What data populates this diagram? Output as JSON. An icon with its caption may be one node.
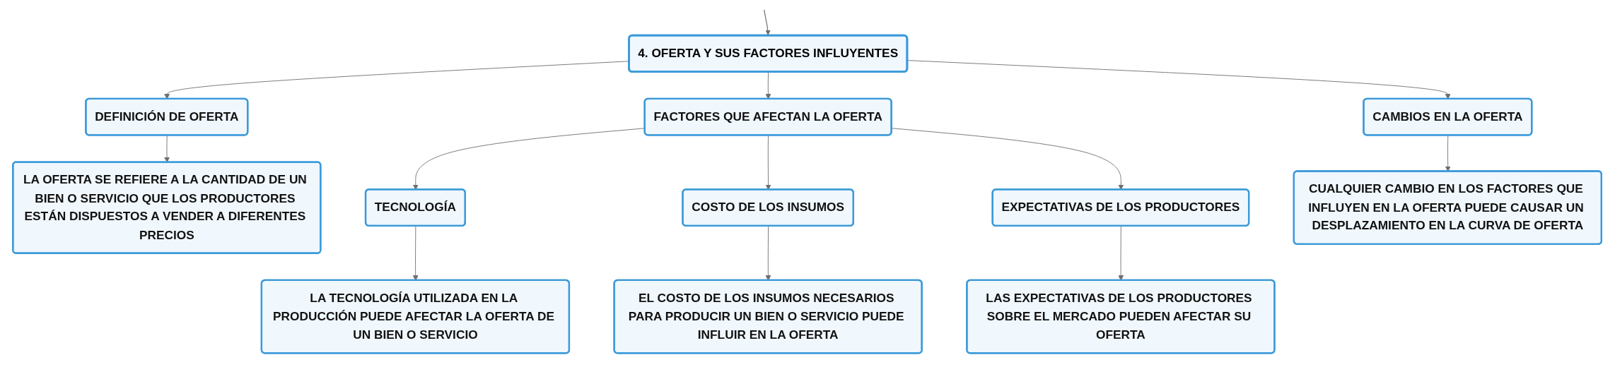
{
  "diagram": {
    "nodes": [
      {
        "text": [
          "4. OFERTA Y SUS FACTORES INFLUYENTES"
        ]
      },
      {
        "text": [
          "DEFINICIÓN DE OFERTA"
        ]
      },
      {
        "text": [
          "FACTORES QUE AFECTAN LA OFERTA"
        ]
      },
      {
        "text": [
          "CAMBIOS EN LA OFERTA"
        ]
      },
      {
        "text": [
          "LA OFERTA SE REFIERE A LA CANTIDAD DE UN BIEN O SERVICIO QUE LOS PRODUCTORES ESTÁN DISPUESTOS A VENDER A DIFERENTES PRECIOS"
        ]
      },
      {
        "text": [
          "TECNOLOGÍA"
        ]
      },
      {
        "text": [
          "COSTO DE LOS INSUMOS"
        ]
      },
      {
        "text": [
          "EXPECTATIVAS DE LOS PRODUCTORES"
        ]
      },
      {
        "text": [
          "CUALQUIER CAMBIO EN LOS FACTORES QUE INFLUYEN EN LA OFERTA PUEDE CAUSAR UN DESPLAZAMIENTO EN LA CURVA DE OFERTA"
        ]
      },
      {
        "text": [
          "LA TECNOLOGÍA UTILIZADA EN LA PRODUCCIÓN PUEDE AFECTAR LA OFERTA DE UN BIEN O SERVICIO"
        ]
      },
      {
        "text": [
          "EL COSTO DE LOS INSUMOS NECESARIOS PARA PRODUCIR UN BIEN O SERVICIO PUEDE INFLUIR EN LA OFERTA"
        ]
      },
      {
        "text": [
          "LAS EXPECTATIVAS DE LOS PRODUCTORES SOBRE EL MERCADO PUEDEN AFECTAR SU OFERTA"
        ]
      }
    ],
    "edges": [
      {
        "from": null,
        "to": 0,
        "arrow": "to"
      },
      {
        "from": 0,
        "to": 1,
        "arrow": "to"
      },
      {
        "from": 0,
        "to": 2,
        "arrow": "to"
      },
      {
        "from": 0,
        "to": 3,
        "arrow": "to"
      },
      {
        "from": 1,
        "to": 4,
        "arrow": "to"
      },
      {
        "from": 2,
        "to": 5,
        "arrow": "to"
      },
      {
        "from": 2,
        "to": 6,
        "arrow": "to"
      },
      {
        "from": 2,
        "to": 7,
        "arrow": "to"
      },
      {
        "from": 3,
        "to": 8,
        "arrow": "to"
      },
      {
        "from": 5,
        "to": 9,
        "arrow": "to"
      },
      {
        "from": 6,
        "to": 10,
        "arrow": "to"
      },
      {
        "from": 7,
        "to": 11,
        "arrow": "to"
      }
    ]
  }
}
